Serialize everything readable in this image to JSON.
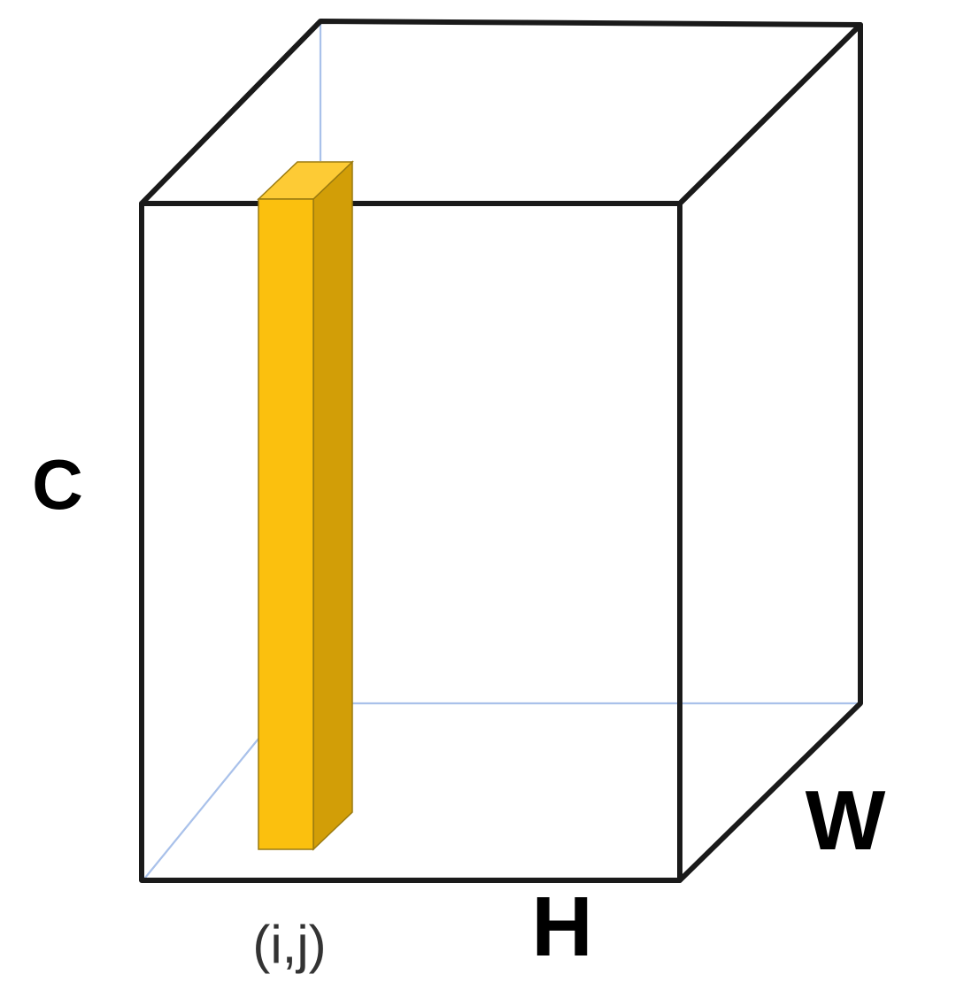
{
  "labels": {
    "channel": "C",
    "height": "H",
    "width": "W",
    "position": "(i,j)"
  },
  "colors": {
    "edge": "#1a1a1a",
    "hidden_edge": "#a9c1ea",
    "bar_front": "#fbc00e",
    "bar_side": "#d29e07",
    "bar_top": "#fdcb35",
    "bar_outline": "#9a7a10"
  }
}
